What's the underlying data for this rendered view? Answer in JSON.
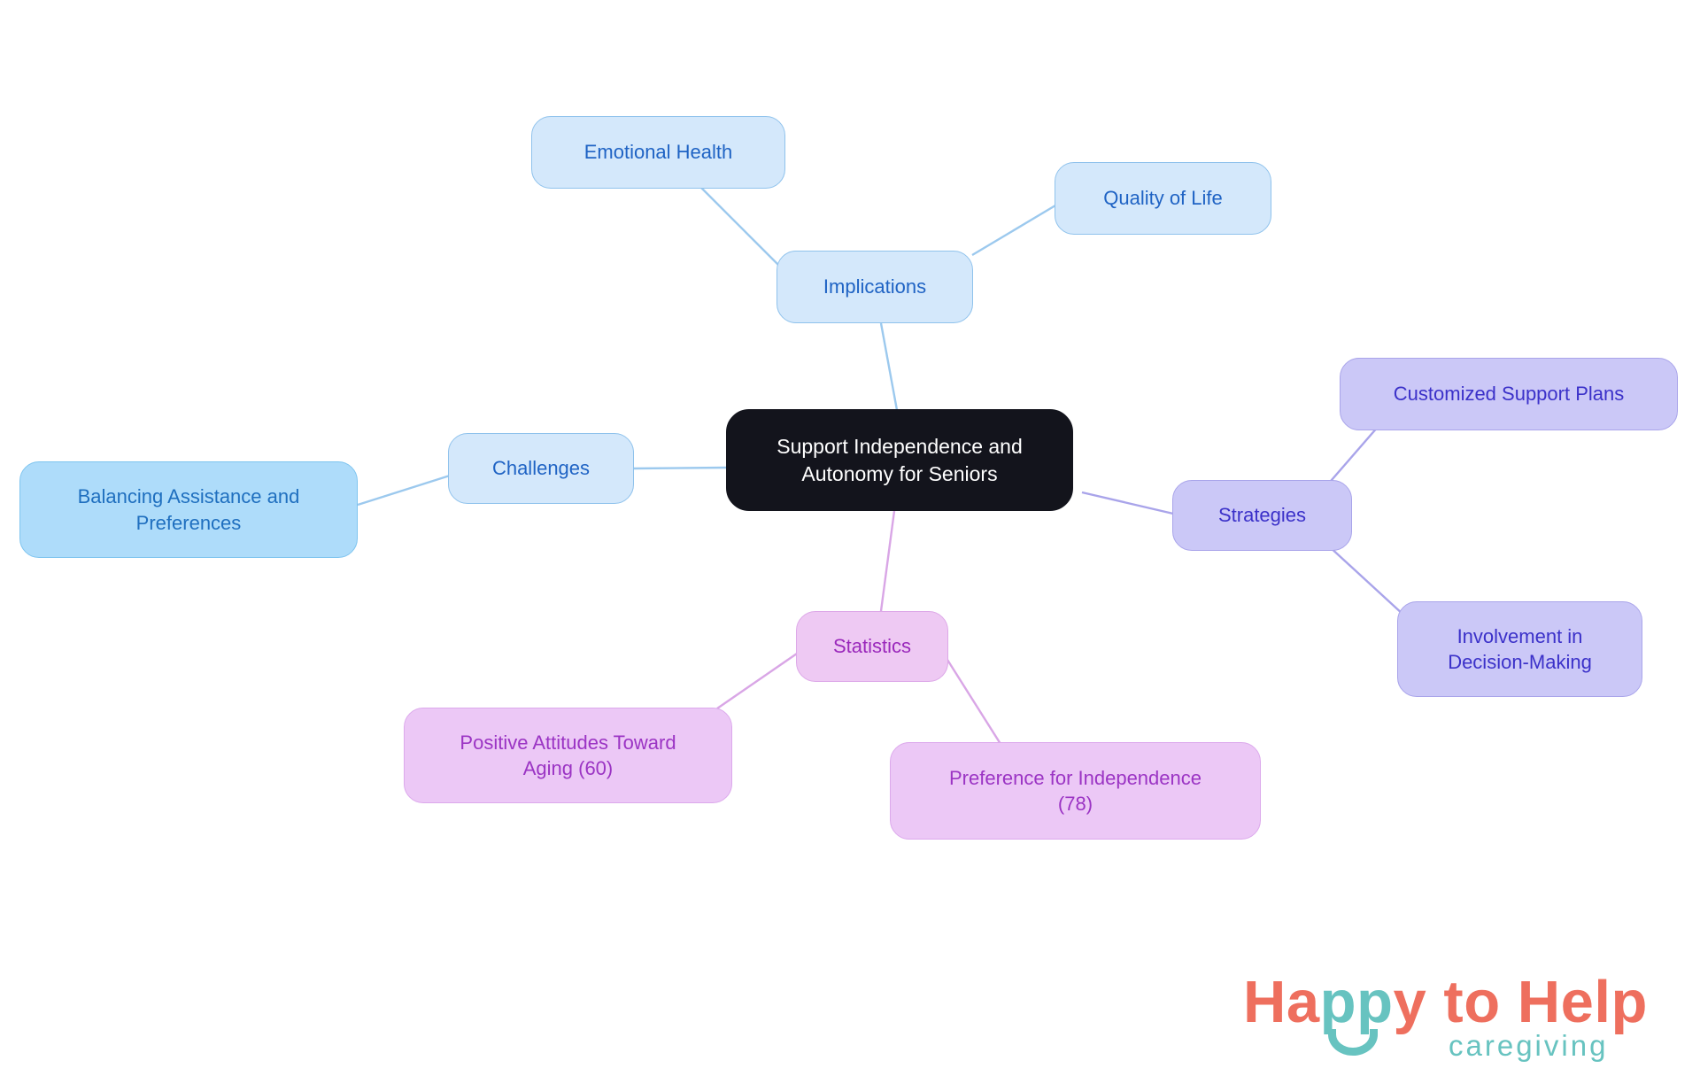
{
  "diagram": {
    "type": "mindmap",
    "background": "#ffffff",
    "root": {
      "id": "root",
      "label": "Support Independence and\nAutonomy for Seniors",
      "fill": "#13141c",
      "text_color": "#ffffff"
    },
    "branches": [
      {
        "id": "implications",
        "label": "Implications",
        "fill": "#d4e8fb",
        "stroke": "#8fc2ec",
        "text_color": "#1f63c4",
        "children": [
          {
            "id": "emotional-health",
            "label": "Emotional Health"
          },
          {
            "id": "quality-of-life",
            "label": "Quality of Life"
          }
        ]
      },
      {
        "id": "challenges",
        "label": "Challenges",
        "fill": "#d4e8fb",
        "stroke": "#8fc2ec",
        "text_color": "#1f63c4",
        "children": [
          {
            "id": "balancing-assistance",
            "label": "Balancing Assistance and\nPreferences"
          }
        ]
      },
      {
        "id": "strategies",
        "label": "Strategies",
        "fill": "#cbc8f7",
        "stroke": "#a9a4ea",
        "text_color": "#3b31c9",
        "children": [
          {
            "id": "customized-support-plans",
            "label": "Customized Support Plans"
          },
          {
            "id": "involvement-decision-making",
            "label": "Involvement in\nDecision-Making"
          }
        ]
      },
      {
        "id": "statistics",
        "label": "Statistics",
        "fill": "#eec9f3",
        "stroke": "#dda8e8",
        "text_color": "#9a28bb",
        "children": [
          {
            "id": "positive-attitudes-aging",
            "label": "Positive Attitudes Toward\nAging (60)",
            "value": 60
          },
          {
            "id": "preference-independence",
            "label": "Preference for Independence\n(78)",
            "value": 78
          }
        ]
      }
    ],
    "edge_colors": {
      "blue": "#9cc9ee",
      "purple": "#a9a4ea",
      "pink": "#d9a6e6"
    }
  },
  "logo": {
    "word_1": "Ha",
    "word_2": "pp",
    "word_3": "y to Help",
    "tagline": "caregiving",
    "coral": "#ee6f5e",
    "teal": "#67c3c0"
  }
}
